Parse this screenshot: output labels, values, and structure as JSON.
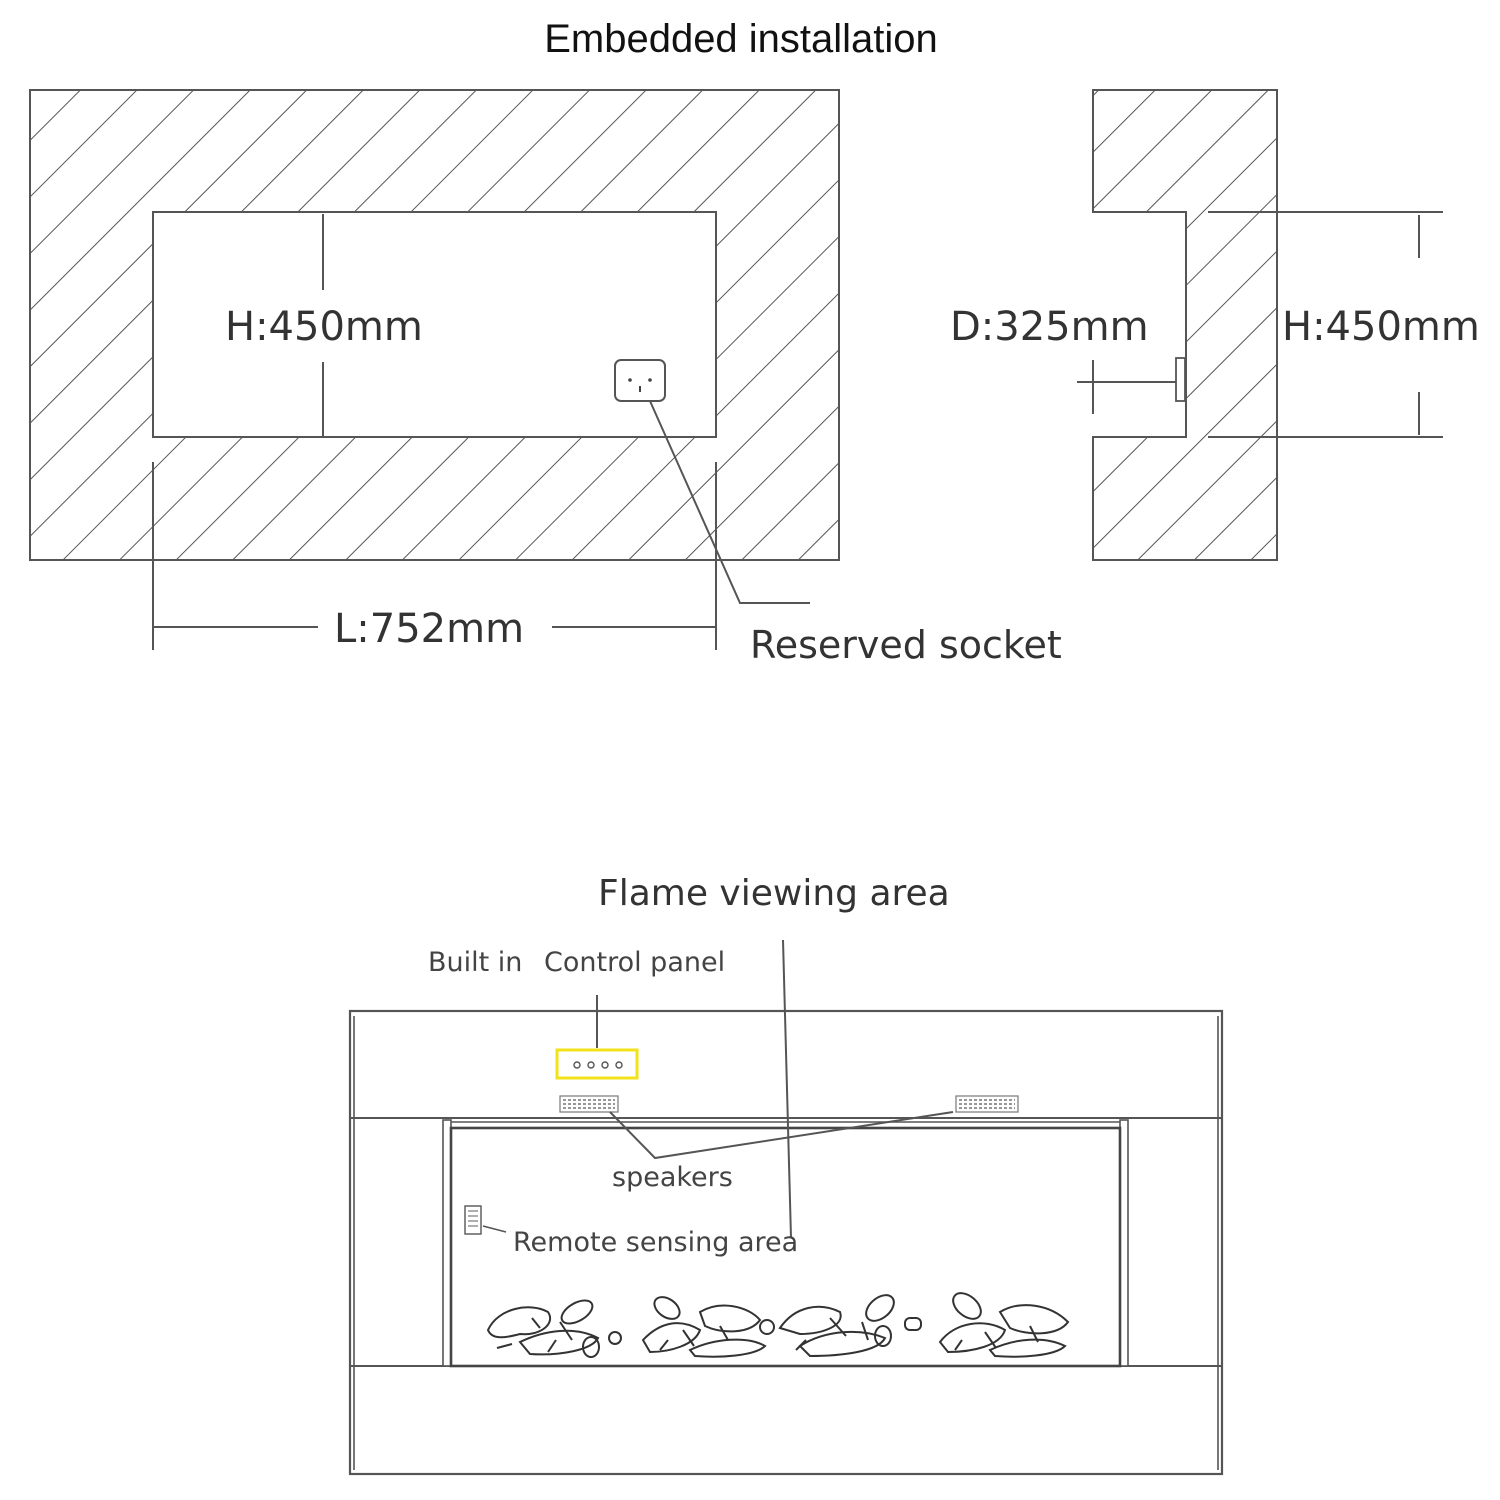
{
  "title": "Embedded installation",
  "front_view": {
    "height_label": "H:450mm",
    "length_label": "L:752mm",
    "socket_label": "Reserved socket"
  },
  "side_view": {
    "depth_label": "D:325mm",
    "height_label": "H:450mm"
  },
  "fireplace": {
    "flame_label": "Flame viewing area",
    "control_label_1": "Built in",
    "control_label_2": "Control panel",
    "speakers_label": "speakers",
    "remote_label": "Remote sensing area"
  },
  "colors": {
    "control_highlight": "#f2e21a",
    "line": "#555555"
  }
}
